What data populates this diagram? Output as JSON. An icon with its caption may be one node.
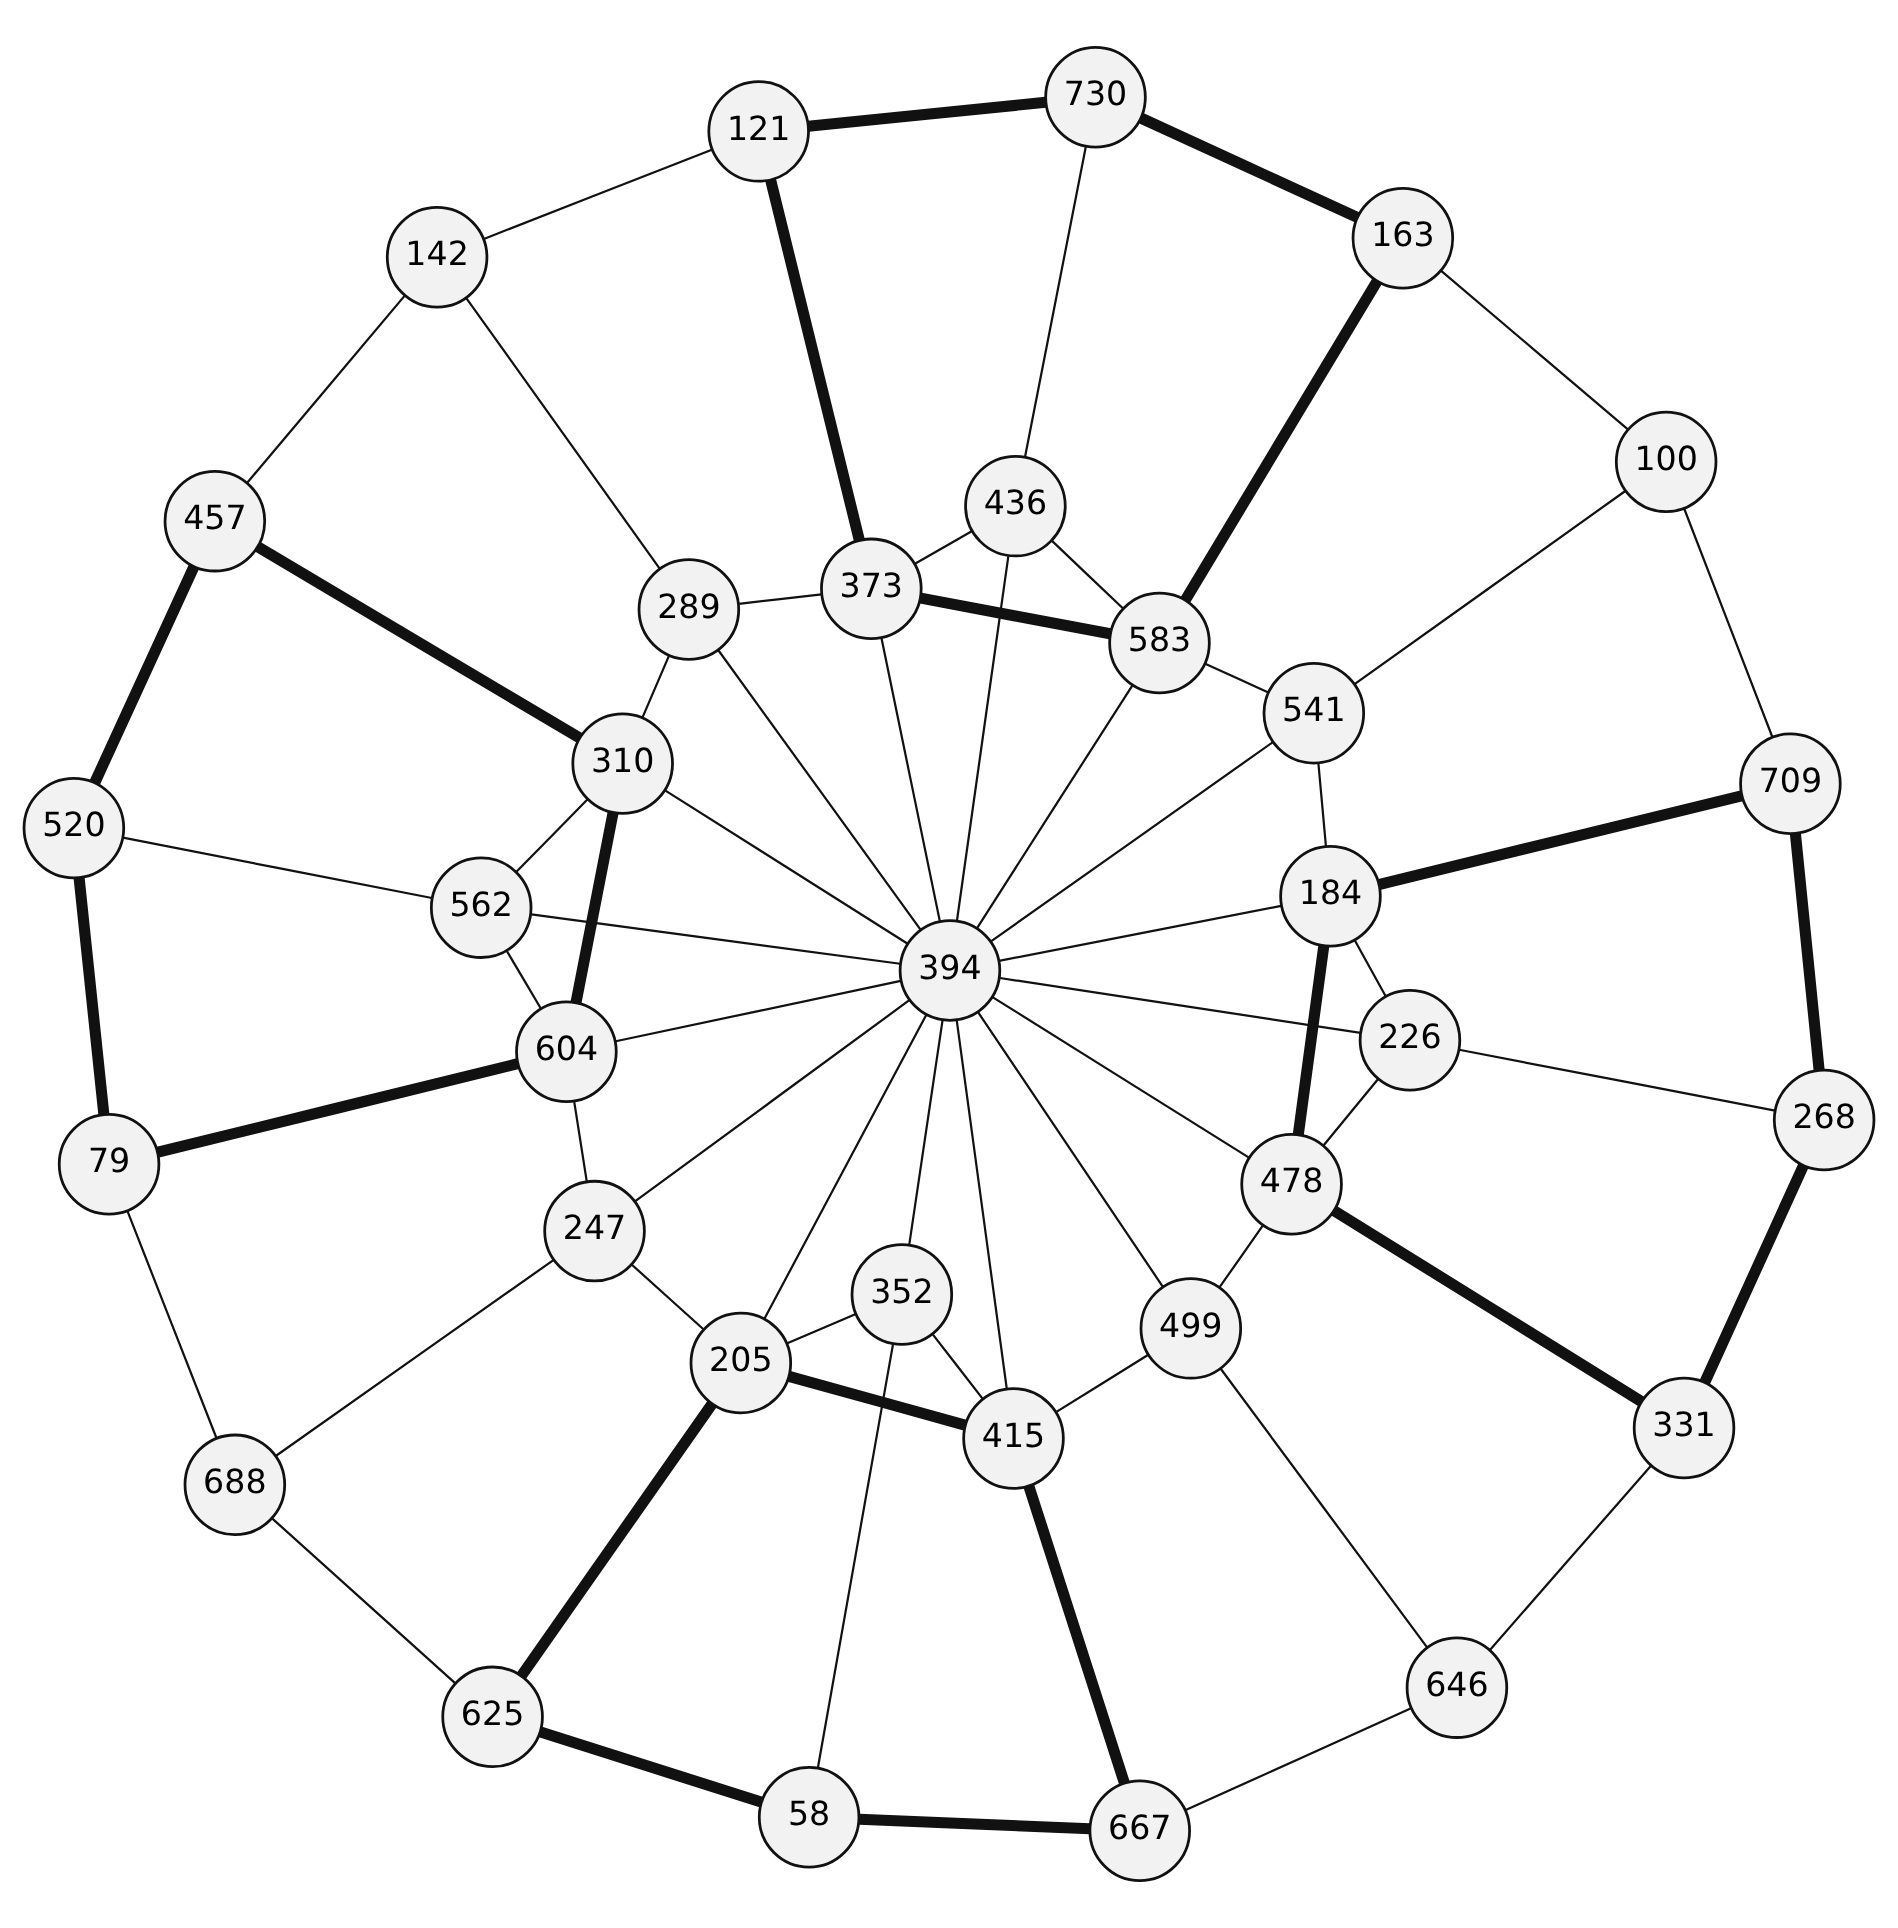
{
  "diagram": {
    "nodes": [
      {
        "text": [
          "58"
        ]
      },
      {
        "text": [
          "625"
        ]
      },
      {
        "text": [
          "688"
        ]
      },
      {
        "text": [
          "79"
        ]
      },
      {
        "text": [
          "520"
        ]
      },
      {
        "text": [
          "352"
        ]
      },
      {
        "text": [
          "205"
        ]
      },
      {
        "text": [
          "247"
        ]
      },
      {
        "text": [
          "604"
        ]
      },
      {
        "text": [
          "562"
        ]
      },
      {
        "text": [
          "667"
        ]
      },
      {
        "text": [
          "457"
        ]
      },
      {
        "text": [
          "415"
        ]
      },
      {
        "text": [
          "310"
        ]
      },
      {
        "text": [
          "646"
        ]
      },
      {
        "text": [
          "499"
        ]
      },
      {
        "text": [
          "394"
        ]
      },
      {
        "text": [
          "289"
        ]
      },
      {
        "text": [
          "142"
        ]
      },
      {
        "text": [
          "478"
        ]
      },
      {
        "text": [
          "373"
        ]
      },
      {
        "text": [
          "331"
        ]
      },
      {
        "text": [
          "121"
        ]
      },
      {
        "text": [
          "226"
        ]
      },
      {
        "text": [
          "184"
        ]
      },
      {
        "text": [
          "541"
        ]
      },
      {
        "text": [
          "583"
        ]
      },
      {
        "text": [
          "436"
        ]
      },
      {
        "text": [
          "268"
        ]
      },
      {
        "text": [
          "709"
        ]
      },
      {
        "text": [
          "100"
        ]
      },
      {
        "text": [
          "163"
        ]
      },
      {
        "text": [
          "730"
        ]
      }
    ],
    "edges": [
      {
        "from": 0,
        "to": 1,
        "arrow": "none",
        "style": "thick"
      },
      {
        "from": 1,
        "to": 2,
        "arrow": "none"
      },
      {
        "from": 2,
        "to": 3,
        "arrow": "none"
      },
      {
        "from": 3,
        "to": 4,
        "arrow": "none",
        "style": "thick"
      },
      {
        "from": 0,
        "to": 10,
        "arrow": "none",
        "style": "thick"
      },
      {
        "from": 0,
        "to": 5,
        "arrow": "none"
      },
      {
        "from": 1,
        "to": 6,
        "arrow": "none",
        "style": "thick"
      },
      {
        "from": 2,
        "to": 7,
        "arrow": "none"
      },
      {
        "from": 3,
        "to": 8,
        "arrow": "none",
        "style": "thick"
      },
      {
        "from": 4,
        "to": 9,
        "arrow": "none"
      },
      {
        "from": 4,
        "to": 11,
        "arrow": "none",
        "style": "thick"
      },
      {
        "from": 5,
        "to": 6,
        "arrow": "none"
      },
      {
        "from": 6,
        "to": 7,
        "arrow": "none"
      },
      {
        "from": 7,
        "to": 8,
        "arrow": "none"
      },
      {
        "from": 8,
        "to": 9,
        "arrow": "none"
      },
      {
        "from": 5,
        "to": 12,
        "arrow": "none"
      },
      {
        "from": 5,
        "to": 16,
        "arrow": "none"
      },
      {
        "from": 6,
        "to": 12,
        "arrow": "none",
        "style": "thick"
      },
      {
        "from": 6,
        "to": 16,
        "arrow": "none"
      },
      {
        "from": 10,
        "to": 12,
        "arrow": "none",
        "style": "thick"
      },
      {
        "from": 10,
        "to": 14,
        "arrow": "none"
      },
      {
        "from": 12,
        "to": 15,
        "arrow": "none"
      },
      {
        "from": 12,
        "to": 16,
        "arrow": "none"
      },
      {
        "from": 7,
        "to": 16,
        "arrow": "none"
      },
      {
        "from": 8,
        "to": 16,
        "arrow": "none"
      },
      {
        "from": 8,
        "to": 13,
        "arrow": "none",
        "style": "thick"
      },
      {
        "from": 9,
        "to": 16,
        "arrow": "none"
      },
      {
        "from": 9,
        "to": 13,
        "arrow": "none"
      },
      {
        "from": 11,
        "to": 13,
        "arrow": "none",
        "style": "thick"
      },
      {
        "from": 11,
        "to": 18,
        "arrow": "none"
      },
      {
        "from": 13,
        "to": 17,
        "arrow": "none"
      },
      {
        "from": 13,
        "to": 16,
        "arrow": "none"
      },
      {
        "from": 14,
        "to": 15,
        "arrow": "none"
      },
      {
        "from": 15,
        "to": 16,
        "arrow": "none"
      },
      {
        "from": 16,
        "to": 17,
        "arrow": "none"
      },
      {
        "from": 17,
        "to": 18,
        "arrow": "none"
      },
      {
        "from": 15,
        "to": 19,
        "arrow": "none"
      },
      {
        "from": 17,
        "to": 20,
        "arrow": "none"
      },
      {
        "from": 18,
        "to": 22,
        "arrow": "none"
      },
      {
        "from": 16,
        "to": 19,
        "arrow": "none"
      },
      {
        "from": 16,
        "to": 23,
        "arrow": "none"
      },
      {
        "from": 16,
        "to": 24,
        "arrow": "none"
      },
      {
        "from": 16,
        "to": 25,
        "arrow": "none"
      },
      {
        "from": 16,
        "to": 26,
        "arrow": "none"
      },
      {
        "from": 16,
        "to": 27,
        "arrow": "none"
      },
      {
        "from": 16,
        "to": 20,
        "arrow": "none"
      },
      {
        "from": 14,
        "to": 21,
        "arrow": "none"
      },
      {
        "from": 19,
        "to": 21,
        "arrow": "none",
        "style": "thick"
      },
      {
        "from": 19,
        "to": 23,
        "arrow": "none"
      },
      {
        "from": 19,
        "to": 24,
        "arrow": "none",
        "style": "thick"
      },
      {
        "from": 20,
        "to": 22,
        "arrow": "none",
        "style": "thick"
      },
      {
        "from": 20,
        "to": 26,
        "arrow": "none",
        "style": "thick"
      },
      {
        "from": 20,
        "to": 27,
        "arrow": "none"
      },
      {
        "from": 22,
        "to": 32,
        "arrow": "none",
        "style": "thick"
      },
      {
        "from": 21,
        "to": 28,
        "arrow": "none",
        "style": "thick"
      },
      {
        "from": 23,
        "to": 24,
        "arrow": "none"
      },
      {
        "from": 24,
        "to": 25,
        "arrow": "none"
      },
      {
        "from": 23,
        "to": 28,
        "arrow": "none"
      },
      {
        "from": 24,
        "to": 29,
        "arrow": "none",
        "style": "thick"
      },
      {
        "from": 25,
        "to": 30,
        "arrow": "none"
      },
      {
        "from": 26,
        "to": 27,
        "arrow": "none"
      },
      {
        "from": 25,
        "to": 26,
        "arrow": "none"
      },
      {
        "from": 26,
        "to": 31,
        "arrow": "none",
        "style": "thick"
      },
      {
        "from": 27,
        "to": 32,
        "arrow": "none"
      },
      {
        "from": 28,
        "to": 29,
        "arrow": "none",
        "style": "thick"
      },
      {
        "from": 29,
        "to": 30,
        "arrow": "none"
      },
      {
        "from": 30,
        "to": 31,
        "arrow": "none"
      },
      {
        "from": 31,
        "to": 32,
        "arrow": "none",
        "style": "thick"
      }
    ]
  }
}
